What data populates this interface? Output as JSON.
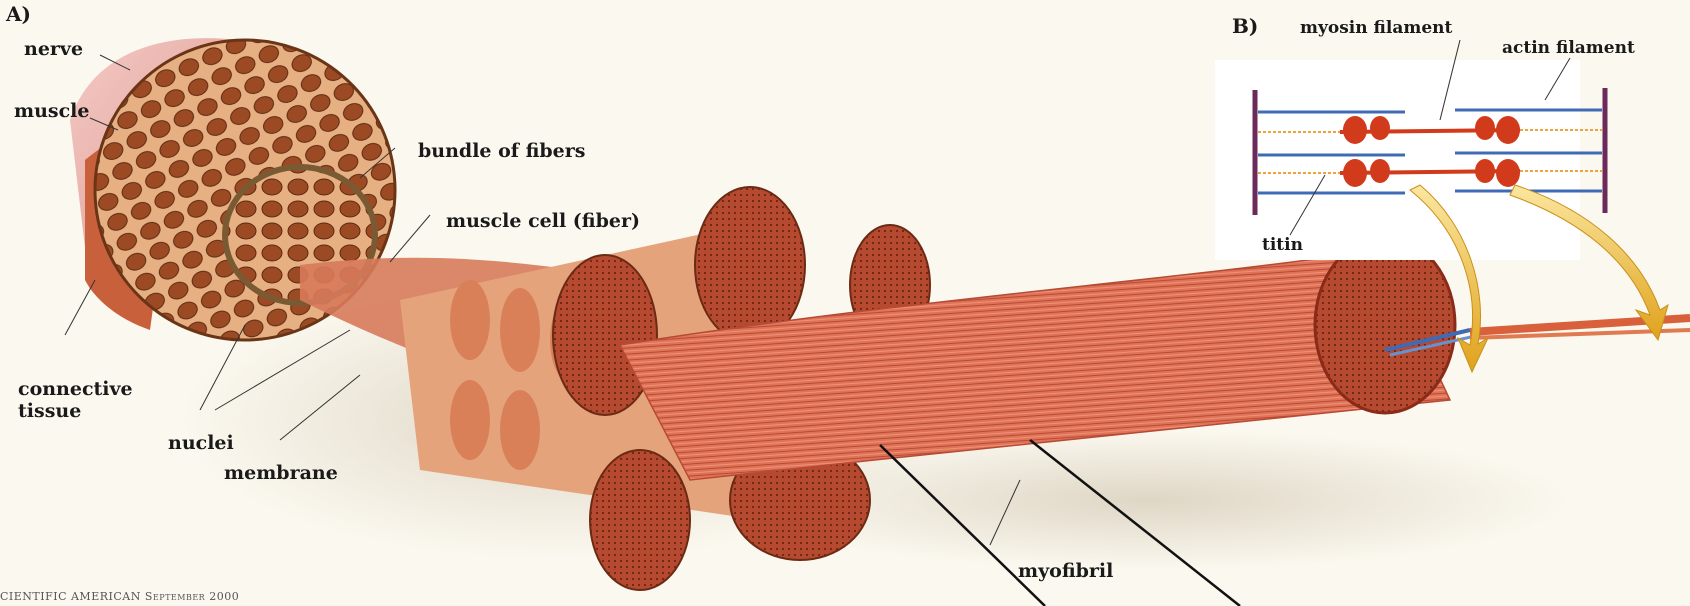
{
  "panels": {
    "a": "A)",
    "b": "B)"
  },
  "labels_a": {
    "nerve": "nerve",
    "muscle": "muscle",
    "bundle": "bundle of fibers",
    "muscle_cell": "muscle cell (fiber)",
    "connective": "connective\ntissue",
    "nuclei": "nuclei",
    "membrane": "membrane",
    "myofibril": "myofibril"
  },
  "labels_b": {
    "myosin": "myosin filament",
    "actin": "actin filament",
    "titin": "titin"
  },
  "credit": "CIENTIFIC AMERICAN   September 2000",
  "colors": {
    "muscle_red": "#d8604a",
    "fascicle_brown": "#9a4a26",
    "myosin": "#d23a1c",
    "actin": "#3f6bb5",
    "titin": "#f0a23c",
    "z_line": "#6b2a5a",
    "arrow_yellow": "#f0c030"
  }
}
